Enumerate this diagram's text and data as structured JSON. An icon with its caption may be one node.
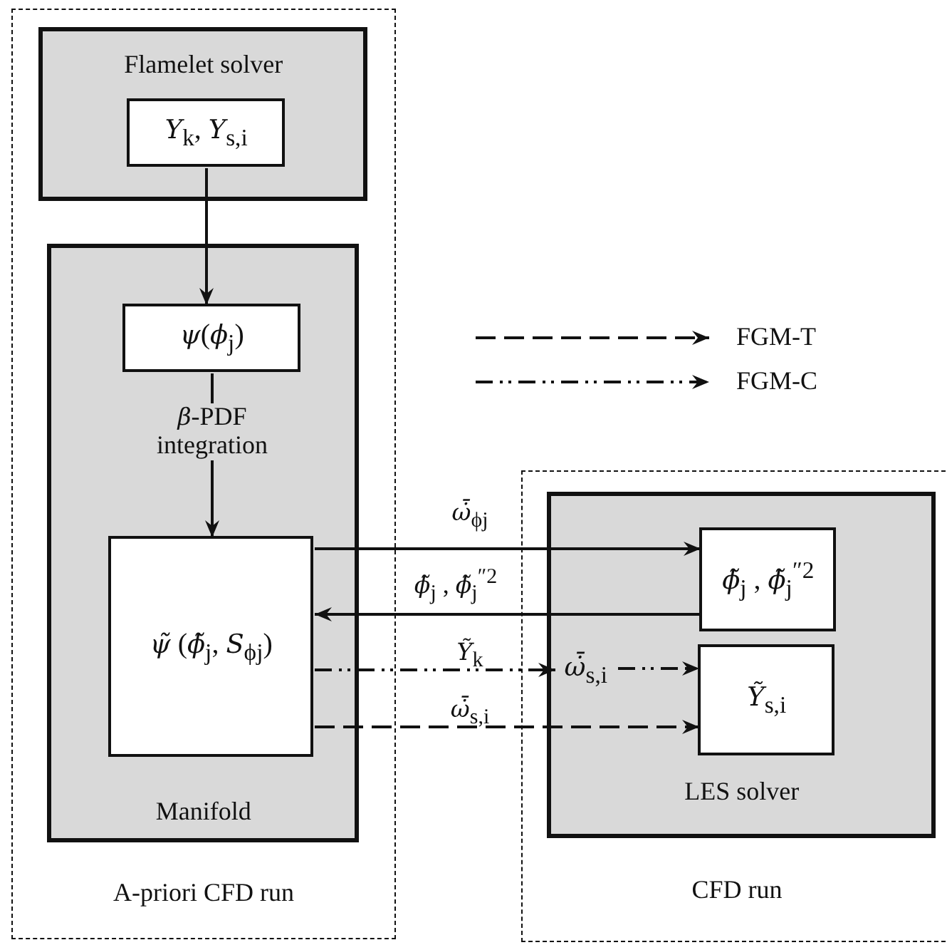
{
  "diagram": {
    "nodes": [
      {
        "text": [
          "A-priori CFD run"
        ]
      },
      {
        "text": [
          "Flamelet solver"
        ],
        "in": 0
      },
      {
        "text": [
          "*Y*$_{k}$, *Y*$_{s,i}$"
        ],
        "in": 1
      },
      {
        "text": [
          "Manifold"
        ],
        "in": 0
      },
      {
        "text": [
          "*ψ*(*ϕ*$_{j}$)"
        ],
        "in": 3
      },
      {
        "text": [
          "*ψ̃* (*ϕ̃*$_{j}$, *S*$_{ϕj}$)"
        ],
        "in": 3
      },
      {
        "text": [
          "CFD run"
        ]
      },
      {
        "text": [
          "LES solver"
        ],
        "in": 6
      },
      {
        "text": [
          "*ϕ̃*$_{j}$ , *ϕ̃*$_{j}$$^{″2}$"
        ],
        "in": 7
      },
      {
        "text": [
          "*Ỹ*$_{s,i}$"
        ],
        "in": 7
      },
      {
        "text": [
          "*ω̇̄*$_{s,i}$"
        ],
        "in": 7
      }
    ],
    "edges": [
      {
        "from": 2,
        "to": 4,
        "arrow": "to"
      },
      {
        "from": 4,
        "to": 5,
        "arrow": "to",
        "label": "*β*-PDF integration"
      },
      {
        "from": 5,
        "to": 8,
        "arrow": "to",
        "label": "*ω̇̄*$_{ϕj}$"
      },
      {
        "from": 8,
        "to": 5,
        "arrow": "to",
        "label": "*ϕ̃*$_{j}$ , *ϕ̃*$_{j}$$^{″2}$"
      },
      {
        "from": 5,
        "to": 10,
        "arrow": "to",
        "label": "*Ỹ*$_{k}$",
        "style": "dashed"
      },
      {
        "from": 10,
        "to": 9,
        "arrow": "to",
        "style": "dashed"
      },
      {
        "from": 5,
        "to": 9,
        "arrow": "to",
        "label": "*ω̇̄*$_{s,i}$",
        "style": "dashed"
      }
    ],
    "legend": [
      {
        "text": "FGM-T"
      },
      {
        "text": "FGM-C"
      }
    ]
  }
}
